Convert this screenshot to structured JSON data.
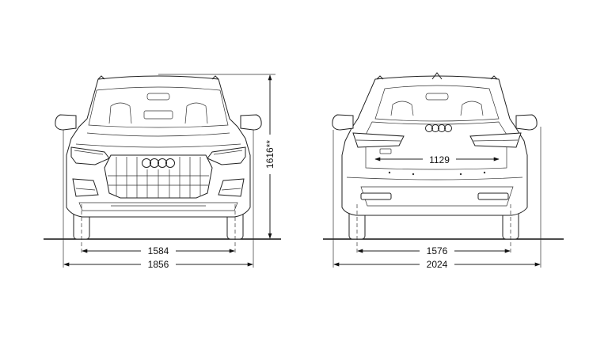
{
  "front_view": {
    "track_width": "1584",
    "overall_width": "1856",
    "height": "1616**"
  },
  "rear_view": {
    "track_width": "1576",
    "overall_width": "2024",
    "tailgate_width": "1129"
  }
}
